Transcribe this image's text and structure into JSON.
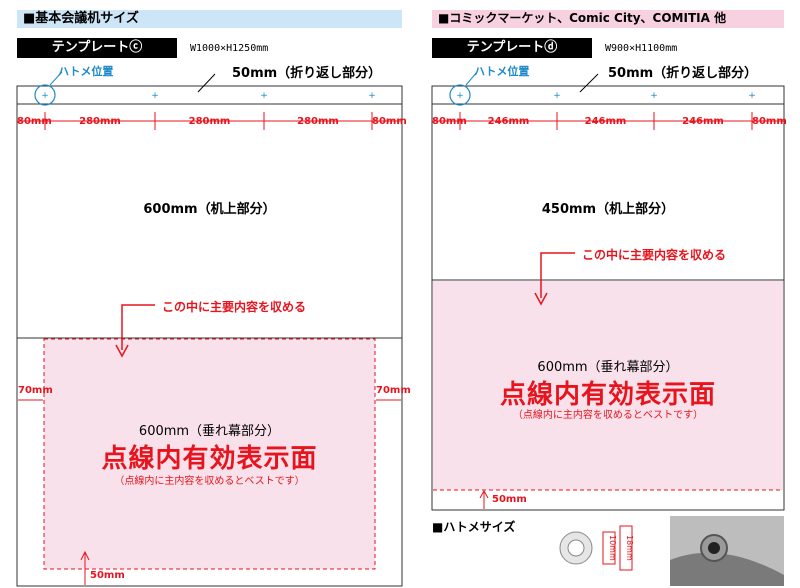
{
  "left": {
    "section_title": "■基本会議机サイズ",
    "template_label": "テンプレートⓒ",
    "size_note": "W1000×H1250mm",
    "fold_label": "50mm（折り返し部分）",
    "eyelet_label": "ハトメ位置",
    "dims": [
      "80mm",
      "280mm",
      "280mm",
      "280mm",
      "80mm"
    ],
    "table_label": "600mm（机上部分）",
    "pointer_text": "この中に主要内容を収める",
    "side_dim_left": "70mm",
    "side_dim_right": "70mm",
    "drape_label": "600mm（垂れ幕部分）",
    "big_text": "点線内有効表示面",
    "small_text": "（点線内に主内容を収めるとベストです）",
    "bottom_dim": "50mm"
  },
  "right": {
    "section_title": "■コミックマーケット、Comic City、COMITIA 他",
    "template_label": "テンプレートⓓ",
    "size_note": "W900×H1100mm",
    "fold_label": "50mm（折り返し部分）",
    "eyelet_label": "ハトメ位置",
    "dims": [
      "80mm",
      "246mm",
      "246mm",
      "246mm",
      "80mm"
    ],
    "table_label": "450mm（机上部分）",
    "pointer_text": "この中に主要内容を収める",
    "drape_label": "600mm（垂れ幕部分）",
    "big_text": "点線内有効表示面",
    "small_text": "（点線内に主内容を収めるとベストです）",
    "bottom_dim": "50mm"
  },
  "eyelet_size": {
    "title": "■ハトメサイズ",
    "inner": "10mm",
    "outer": "18mm"
  },
  "colors": {
    "accent_red": "#e8141d",
    "eyelet_blue": "#1e88c8",
    "band_blue": "#cde6f7",
    "band_pink": "#f7d1e0",
    "drape_pink": "#f8e1ea"
  }
}
